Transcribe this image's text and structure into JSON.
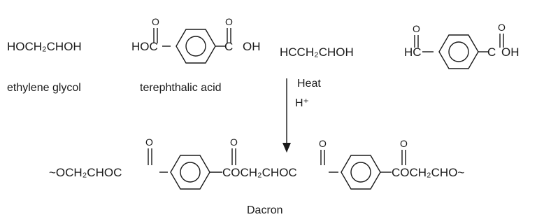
{
  "reactants": {
    "ethylene_glycol_1": "HOCH₂CHOH",
    "acid_1_left": "HOC",
    "acid_1_right": "C",
    "acid_1_oh": "OH",
    "ethylene_glycol_2": "HCCH₂CHOH",
    "acid_2_left": "HC",
    "acid_2_right": "C",
    "acid_2_oh": "OH",
    "carbonyl_o": "O"
  },
  "labels": {
    "ethylene_glycol": "ethylene glycol",
    "terephthalic_acid": "terephthalic acid",
    "product": "Dacron"
  },
  "conditions": {
    "heat": "Heat",
    "acid": "H⁺"
  },
  "product": {
    "seg1": "~OCH₂CHOC",
    "seg2": "COCH₂CHOC",
    "seg3": "COCH₂CHO~"
  }
}
